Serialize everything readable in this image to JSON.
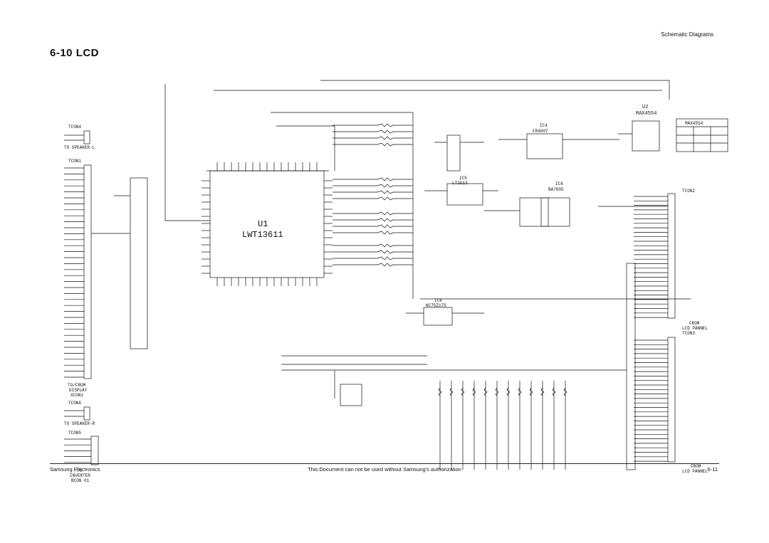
{
  "header": {
    "section": "Schematic Diagrams",
    "title": "6-10 LCD"
  },
  "parts": {
    "main_ic_ref": "U1",
    "main_ic_part": "LWT13611",
    "u2_ref": "U2",
    "u2_part": "MAX4554",
    "u2_table_title": "MAX4554",
    "ic4_ref": "IC4",
    "ic4_part": "FR4807",
    "ic5_ref": "IC5",
    "ic5_part": "LT1613",
    "ic6_ref": "IC6",
    "ic6_part": "BA7805",
    "ic8_ref": "IC8",
    "ic8_part": "NC7SZ175"
  },
  "connectors": {
    "tcon4": "TCON4",
    "tcon4_caption": "TO SPEAKER-L",
    "tcon1": "TCON1",
    "tcon1_caption": [
      "TO/FROM",
      "DISPLAY",
      "XCON1"
    ],
    "tcon6": "TCON6",
    "tcon6_caption": "TO SPEAKER-R",
    "tcon5": "TCON5",
    "tcon5_caption": [
      "TO",
      "INVERTER",
      "BCON 01"
    ],
    "tcon2": "TCON2",
    "tcon2_caption": [
      "FROM",
      "LCD PANNEL"
    ],
    "tcon3": "TCON3",
    "tcon3_caption": [
      "FROM",
      "LCD PANNEL"
    ]
  },
  "footer": {
    "left": "Samsung Electronics",
    "center": "This Document can not be used without Samsung's authorization",
    "right": "6-11"
  }
}
